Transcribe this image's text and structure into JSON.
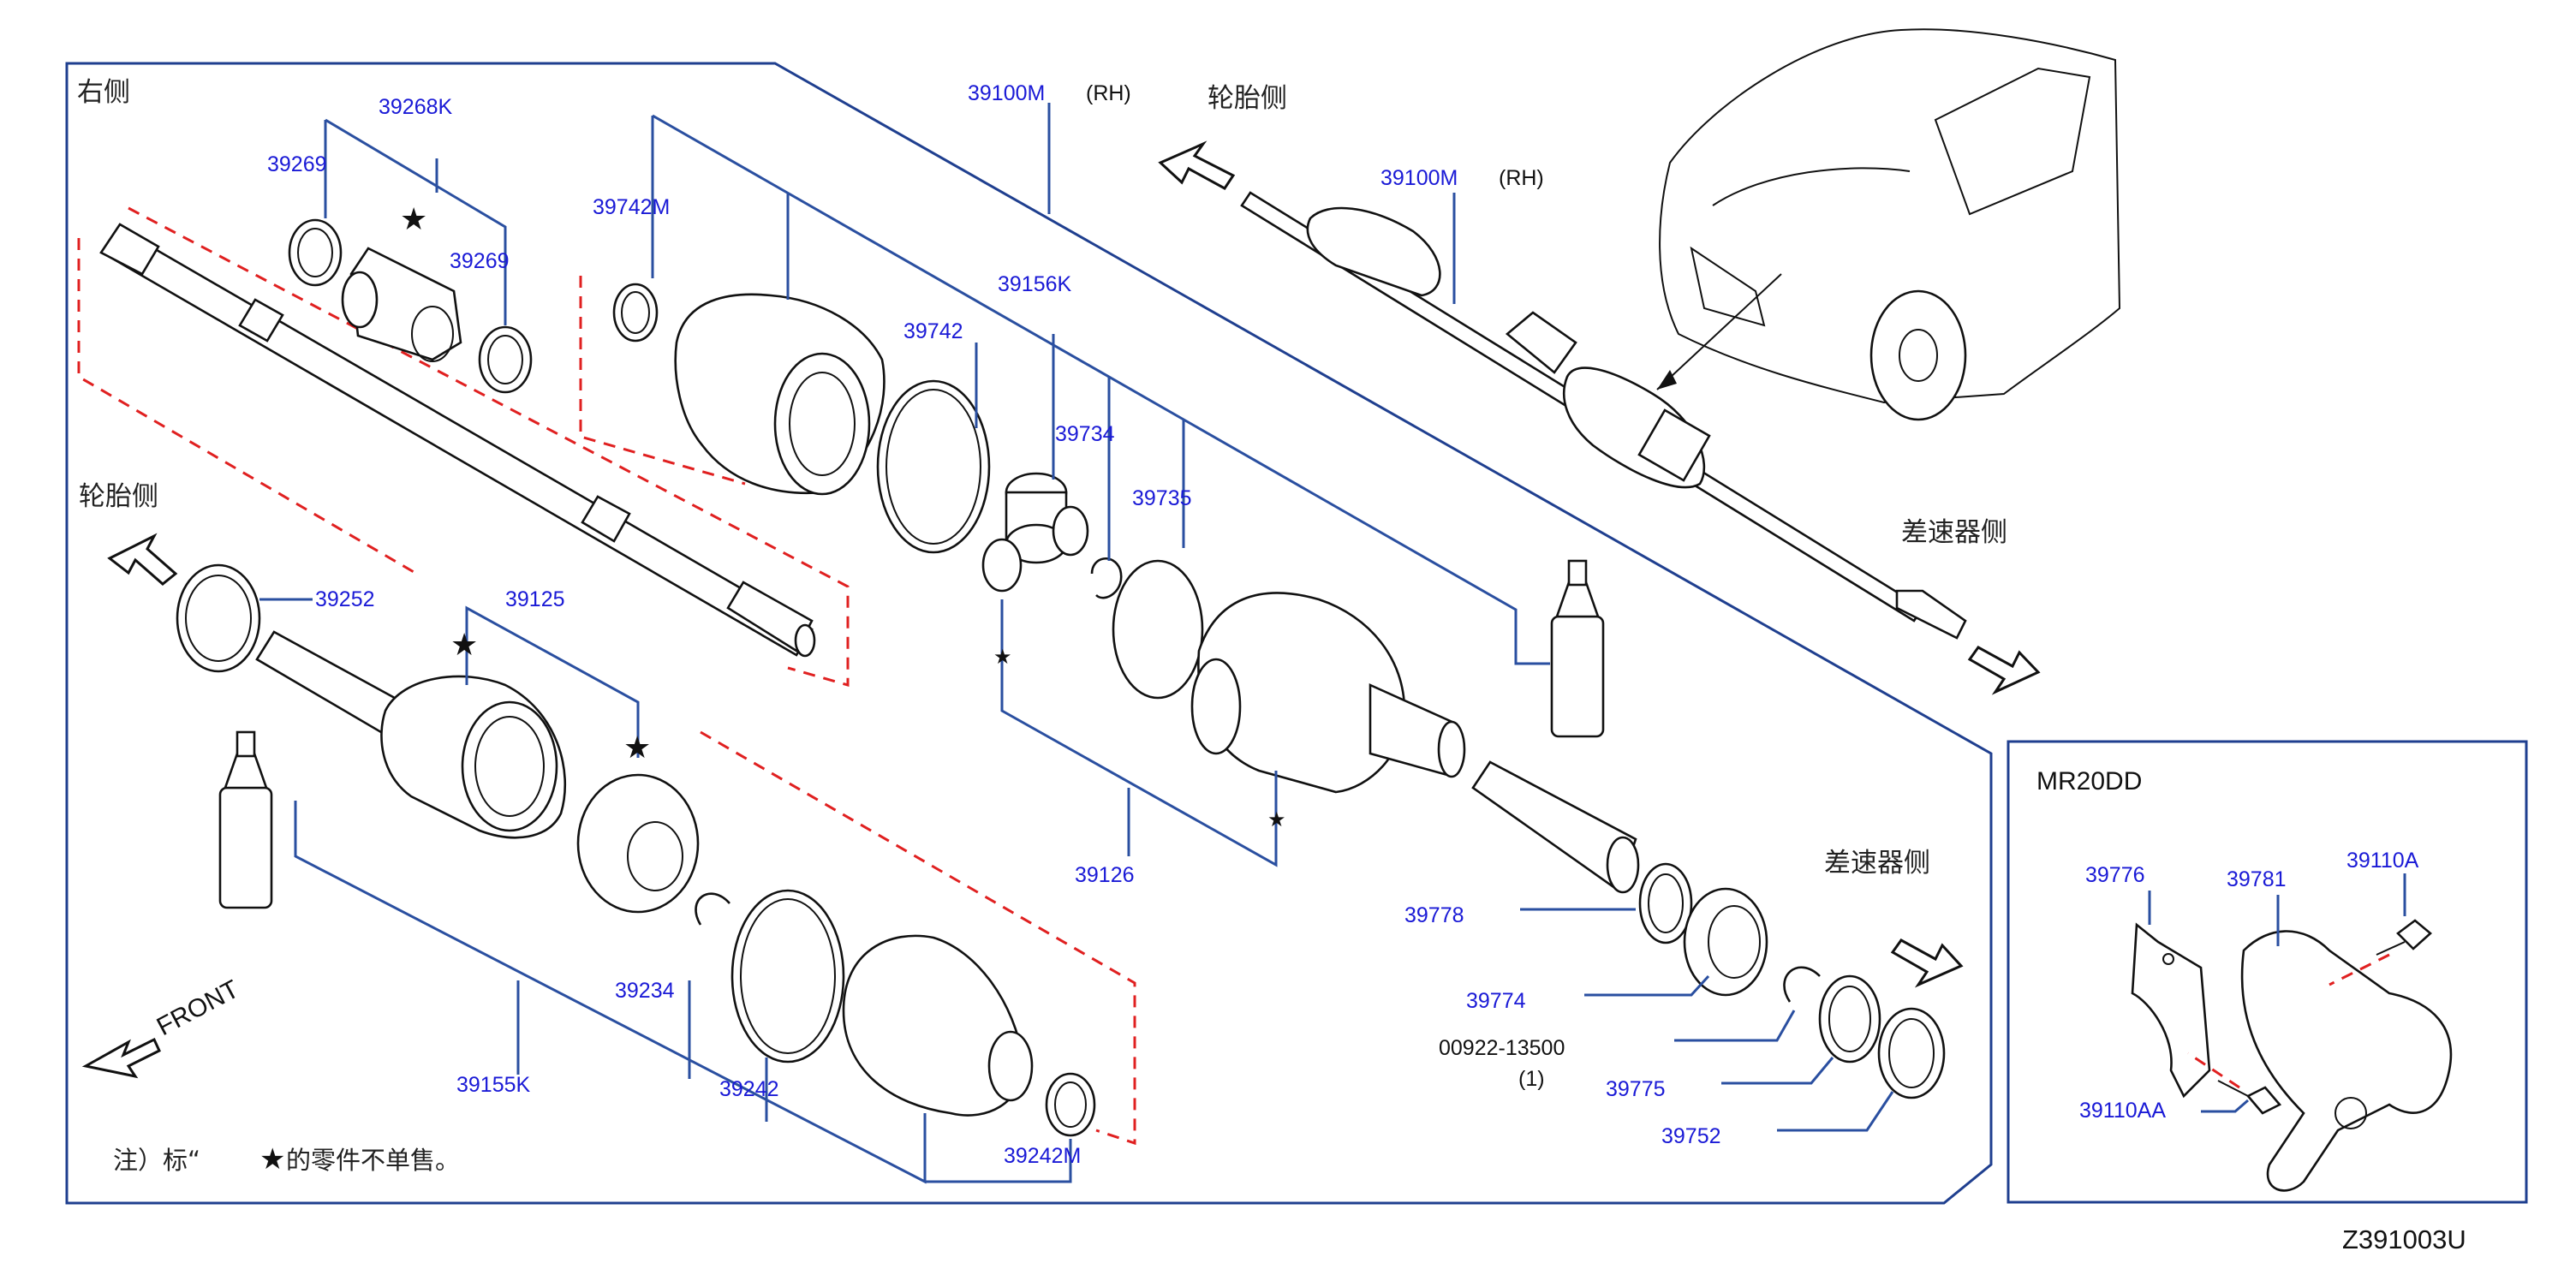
{
  "diagram_code": "Z391003U",
  "panel_title_right_side": "右侧",
  "labels": {
    "tire_side_top": "轮胎侧",
    "tire_side_left": "轮胎侧",
    "diff_side_top": "差速器侧",
    "diff_side_mid": "差速器侧",
    "front": "FRONT",
    "rh1": "(RH)",
    "rh2": "(RH)",
    "note_prefix": "注）标“",
    "note_suffix": "的零件不单售。",
    "note_star": "★"
  },
  "engine_box": {
    "title": "MR20DD",
    "parts": [
      "39776",
      "39781",
      "39110A",
      "39110AA"
    ]
  },
  "part_numbers": {
    "p39100M_a": "39100M",
    "p39100M_b": "39100M",
    "p39268K": "39268K",
    "p39269_a": "39269",
    "p39269_b": "39269",
    "p39742M": "39742M",
    "p39742": "39742",
    "p39156K": "39156K",
    "p39734": "39734",
    "p39735": "39735",
    "p39252": "39252",
    "p39125": "39125",
    "p39126": "39126",
    "p39234": "39234",
    "p39242": "39242",
    "p39155K": "39155K",
    "p39242M": "39242M",
    "p39778": "39778",
    "p39774": "39774",
    "p00922": "00922-13500",
    "p00922_qty": "(1)",
    "p39775": "39775",
    "p39752": "39752",
    "p39776": "39776",
    "p39781": "39781",
    "p39110A": "39110A",
    "p39110AA": "39110AA"
  },
  "markers": {
    "star": "★"
  }
}
